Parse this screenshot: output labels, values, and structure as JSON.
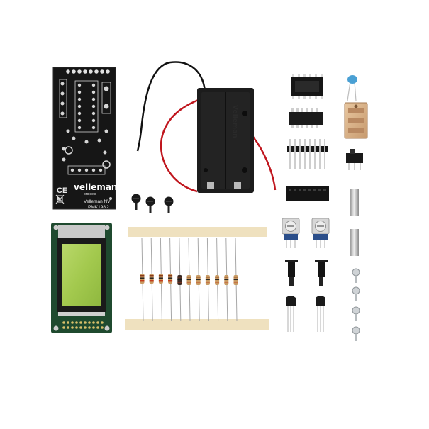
{
  "pcb": {
    "brand": "velleman",
    "brand_sub": "projects",
    "company": "Velleman NV",
    "model": "PMK198'2"
  },
  "battery_holder": {
    "label": "Velleman"
  },
  "kit": {
    "resistor_count": 11,
    "screw_count_pcb": 3,
    "screw_count_side": 4
  }
}
